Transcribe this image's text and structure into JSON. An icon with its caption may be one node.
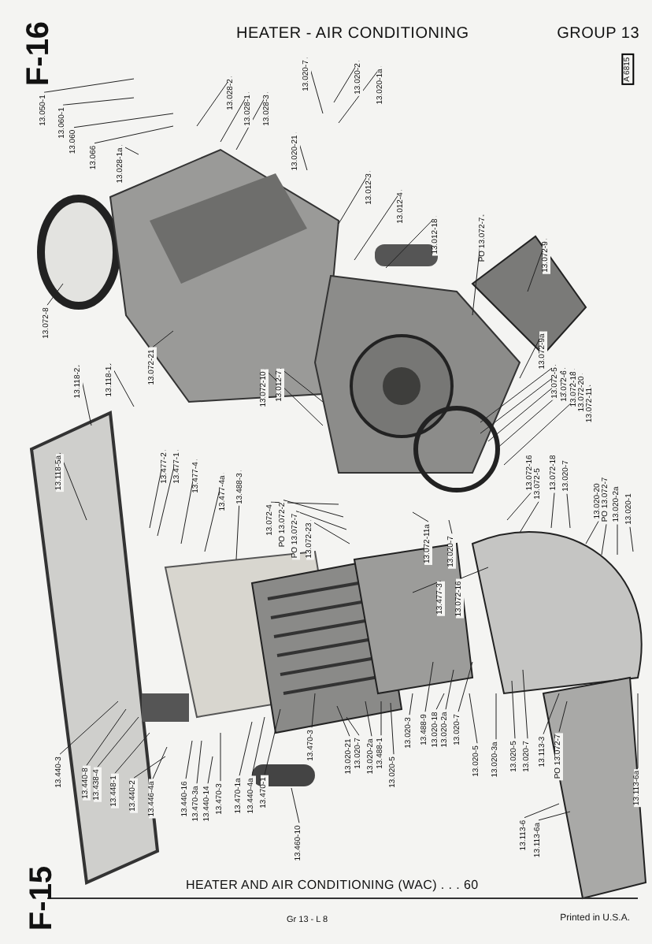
{
  "diagram": {
    "title": "HEATER - AIR CONDITIONING",
    "caption": "HEATER AND AIR CONDITIONING (WAC) . . . 60",
    "nodes": [
      {
        "text": [
          "13.050-1"
        ]
      },
      {
        "text": [
          "13.060-1"
        ]
      },
      {
        "text": [
          "13.060"
        ]
      },
      {
        "text": [
          "13.066"
        ]
      },
      {
        "text": [
          "13.028-1a"
        ]
      },
      {
        "text": [
          "13.028-2"
        ]
      },
      {
        "text": [
          "13.028-1"
        ]
      },
      {
        "text": [
          "13.028-3"
        ]
      },
      {
        "text": [
          "13.020-21"
        ]
      },
      {
        "text": [
          "13.020-7"
        ]
      },
      {
        "text": [
          "13.020-2"
        ]
      },
      {
        "text": [
          "13.020-1a"
        ]
      },
      {
        "text": [
          "13.012-3"
        ]
      },
      {
        "text": [
          "13.012-4"
        ]
      },
      {
        "text": [
          "13.012-18"
        ]
      },
      {
        "text": [
          "PO 13.072-7"
        ]
      },
      {
        "text": [
          "13.072-9"
        ]
      },
      {
        "text": [
          "13.072-8"
        ]
      },
      {
        "text": [
          "13.072-21"
        ]
      },
      {
        "text": [
          "13.072-10"
        ]
      },
      {
        "text": [
          "13.012-7"
        ]
      },
      {
        "text": [
          "13.118-2"
        ]
      },
      {
        "text": [
          "13.118-1"
        ]
      },
      {
        "text": [
          "13.072-9a"
        ]
      },
      {
        "text": [
          "13.072-5"
        ]
      },
      {
        "text": [
          "13.072-6"
        ]
      },
      {
        "text": [
          "13.072-18"
        ]
      },
      {
        "text": [
          "13.072-20"
        ]
      },
      {
        "text": [
          "13.072-11"
        ]
      },
      {
        "text": [
          "13.118-5a"
        ]
      },
      {
        "text": [
          "13.477-2"
        ]
      },
      {
        "text": [
          "13.477-1"
        ]
      },
      {
        "text": [
          "13.477-4"
        ]
      },
      {
        "text": [
          "13.477-4a"
        ]
      },
      {
        "text": [
          "13.488-3"
        ]
      },
      {
        "text": [
          "13.072-16"
        ]
      },
      {
        "text": [
          "13.072-5"
        ]
      },
      {
        "text": [
          "13.072-18"
        ]
      },
      {
        "text": [
          "13.020-7"
        ]
      },
      {
        "text": [
          "13.072-4"
        ]
      },
      {
        "text": [
          "PO 13.072-2"
        ]
      },
      {
        "text": [
          "PO 13.072-7"
        ]
      },
      {
        "text": [
          "13.072-23"
        ]
      },
      {
        "text": [
          "13.020-20"
        ]
      },
      {
        "text": [
          "PO 13.072-7"
        ]
      },
      {
        "text": [
          "13.020-2a"
        ]
      },
      {
        "text": [
          "13.020-1"
        ]
      },
      {
        "text": [
          "13.072-11a"
        ]
      },
      {
        "text": [
          "13.020-7"
        ]
      },
      {
        "text": [
          "13.477-3"
        ]
      },
      {
        "text": [
          "13.072-16"
        ]
      },
      {
        "text": [
          "13.470-3"
        ]
      },
      {
        "text": [
          "13.020-3"
        ]
      },
      {
        "text": [
          "13.488-9"
        ]
      },
      {
        "text": [
          "13.020-18"
        ]
      },
      {
        "text": [
          "13.020-2a"
        ]
      },
      {
        "text": [
          "13.020-7"
        ]
      },
      {
        "text": [
          "13.020-21"
        ]
      },
      {
        "text": [
          "13.020-7"
        ]
      },
      {
        "text": [
          "13.020-2a"
        ]
      },
      {
        "text": [
          "13.488-1"
        ]
      },
      {
        "text": [
          "13.020-5"
        ]
      },
      {
        "text": [
          "13.020-5"
        ]
      },
      {
        "text": [
          "13.020-3a"
        ]
      },
      {
        "text": [
          "13.020-5"
        ]
      },
      {
        "text": [
          "13.020-7"
        ]
      },
      {
        "text": [
          "13.113-3"
        ]
      },
      {
        "text": [
          "PO 13.072-7"
        ]
      },
      {
        "text": [
          "13.113-6a"
        ]
      },
      {
        "text": [
          "13.440-3"
        ]
      },
      {
        "text": [
          "13.440-8"
        ]
      },
      {
        "text": [
          "13.438-4"
        ]
      },
      {
        "text": [
          "13.448-1"
        ]
      },
      {
        "text": [
          "13.440-2"
        ]
      },
      {
        "text": [
          "13.446-4a"
        ]
      },
      {
        "text": [
          "13.440-16"
        ]
      },
      {
        "text": [
          "13.470-3a"
        ]
      },
      {
        "text": [
          "13.440-14"
        ]
      },
      {
        "text": [
          "13.470-3"
        ]
      },
      {
        "text": [
          "13.470-1a"
        ]
      },
      {
        "text": [
          "13.440-4a"
        ]
      },
      {
        "text": [
          "13.470-1"
        ]
      },
      {
        "text": [
          "13.460-10"
        ]
      },
      {
        "text": [
          "13.113-6"
        ]
      },
      {
        "text": [
          "13.113-6a"
        ]
      }
    ],
    "edges": [
      {
        "from": 0,
        "to": null,
        "arrow": "none"
      },
      {
        "from": 1,
        "to": null,
        "arrow": "none"
      },
      {
        "from": 2,
        "to": null,
        "arrow": "none"
      },
      {
        "from": 3,
        "to": null,
        "arrow": "none"
      },
      {
        "from": 4,
        "to": null,
        "arrow": "none"
      },
      {
        "from": 5,
        "to": null,
        "arrow": "none"
      },
      {
        "from": 6,
        "to": null,
        "arrow": "none"
      },
      {
        "from": 7,
        "to": null,
        "arrow": "none"
      },
      {
        "from": 8,
        "to": null,
        "arrow": "none"
      },
      {
        "from": 9,
        "to": null,
        "arrow": "none"
      },
      {
        "from": 10,
        "to": null,
        "arrow": "none"
      },
      {
        "from": 11,
        "to": null,
        "arrow": "none"
      },
      {
        "from": 12,
        "to": null,
        "arrow": "none"
      },
      {
        "from": 13,
        "to": null,
        "arrow": "none"
      },
      {
        "from": 14,
        "to": null,
        "arrow": "none"
      },
      {
        "from": 15,
        "to": null,
        "arrow": "none"
      },
      {
        "from": 16,
        "to": null,
        "arrow": "none"
      },
      {
        "from": 17,
        "to": null,
        "arrow": "none"
      },
      {
        "from": 18,
        "to": null,
        "arrow": "none"
      },
      {
        "from": 19,
        "to": null,
        "arrow": "none"
      },
      {
        "from": 20,
        "to": null,
        "arrow": "none"
      },
      {
        "from": 21,
        "to": null,
        "arrow": "none"
      },
      {
        "from": 22,
        "to": null,
        "arrow": "none"
      },
      {
        "from": 23,
        "to": null,
        "arrow": "none"
      },
      {
        "from": 24,
        "to": null,
        "arrow": "none"
      },
      {
        "from": 25,
        "to": null,
        "arrow": "none"
      },
      {
        "from": 26,
        "to": null,
        "arrow": "none"
      },
      {
        "from": 27,
        "to": null,
        "arrow": "none"
      },
      {
        "from": 28,
        "to": null,
        "arrow": "none"
      },
      {
        "from": 29,
        "to": null,
        "arrow": "none"
      },
      {
        "from": 30,
        "to": null,
        "arrow": "none"
      },
      {
        "from": 31,
        "to": null,
        "arrow": "none"
      },
      {
        "from": 32,
        "to": null,
        "arrow": "none"
      },
      {
        "from": 33,
        "to": null,
        "arrow": "none"
      },
      {
        "from": 34,
        "to": null,
        "arrow": "none"
      },
      {
        "from": 35,
        "to": null,
        "arrow": "none"
      },
      {
        "from": 36,
        "to": null,
        "arrow": "none"
      },
      {
        "from": 37,
        "to": null,
        "arrow": "none"
      },
      {
        "from": 38,
        "to": null,
        "arrow": "none"
      },
      {
        "from": 39,
        "to": null,
        "arrow": "none"
      },
      {
        "from": 40,
        "to": null,
        "arrow": "none"
      },
      {
        "from": 41,
        "to": null,
        "arrow": "none"
      },
      {
        "from": 42,
        "to": null,
        "arrow": "none"
      },
      {
        "from": 43,
        "to": null,
        "arrow": "none"
      },
      {
        "from": 44,
        "to": null,
        "arrow": "none"
      },
      {
        "from": 45,
        "to": null,
        "arrow": "none"
      },
      {
        "from": 46,
        "to": null,
        "arrow": "none"
      },
      {
        "from": 47,
        "to": null,
        "arrow": "none"
      },
      {
        "from": 48,
        "to": null,
        "arrow": "none"
      },
      {
        "from": 49,
        "to": null,
        "arrow": "none"
      },
      {
        "from": 50,
        "to": null,
        "arrow": "none"
      },
      {
        "from": 51,
        "to": null,
        "arrow": "none"
      },
      {
        "from": 52,
        "to": null,
        "arrow": "none"
      },
      {
        "from": 53,
        "to": null,
        "arrow": "none"
      },
      {
        "from": 54,
        "to": null,
        "arrow": "none"
      },
      {
        "from": 55,
        "to": null,
        "arrow": "none"
      },
      {
        "from": 56,
        "to": null,
        "arrow": "none"
      },
      {
        "from": 57,
        "to": null,
        "arrow": "none"
      },
      {
        "from": 58,
        "to": null,
        "arrow": "none"
      },
      {
        "from": 59,
        "to": null,
        "arrow": "none"
      },
      {
        "from": 60,
        "to": null,
        "arrow": "none"
      },
      {
        "from": 61,
        "to": null,
        "arrow": "none"
      },
      {
        "from": 62,
        "to": null,
        "arrow": "none"
      },
      {
        "from": 63,
        "to": null,
        "arrow": "none"
      },
      {
        "from": 64,
        "to": null,
        "arrow": "none"
      },
      {
        "from": 65,
        "to": null,
        "arrow": "none"
      },
      {
        "from": 66,
        "to": null,
        "arrow": "none"
      },
      {
        "from": 67,
        "to": null,
        "arrow": "none"
      },
      {
        "from": 68,
        "to": null,
        "arrow": "none"
      },
      {
        "from": 69,
        "to": null,
        "arrow": "none"
      },
      {
        "from": 70,
        "to": null,
        "arrow": "none"
      },
      {
        "from": 71,
        "to": null,
        "arrow": "none"
      },
      {
        "from": 72,
        "to": null,
        "arrow": "none"
      },
      {
        "from": 73,
        "to": null,
        "arrow": "none"
      },
      {
        "from": 74,
        "to": null,
        "arrow": "none"
      },
      {
        "from": 75,
        "to": null,
        "arrow": "none"
      },
      {
        "from": 76,
        "to": null,
        "arrow": "none"
      },
      {
        "from": 77,
        "to": null,
        "arrow": "none"
      },
      {
        "from": 78,
        "to": null,
        "arrow": "none"
      },
      {
        "from": 79,
        "to": null,
        "arrow": "none"
      },
      {
        "from": 80,
        "to": null,
        "arrow": "none"
      },
      {
        "from": 81,
        "to": null,
        "arrow": "none"
      },
      {
        "from": 82,
        "to": null,
        "arrow": "none"
      },
      {
        "from": 83,
        "to": null,
        "arrow": "none"
      },
      {
        "from": 84,
        "to": null,
        "arrow": "none"
      }
    ],
    "labels": [
      "F-16",
      "GROUP 13",
      "A 6815",
      "F-15",
      "Gr 13 - L 8",
      "Printed in U.S.A."
    ]
  }
}
